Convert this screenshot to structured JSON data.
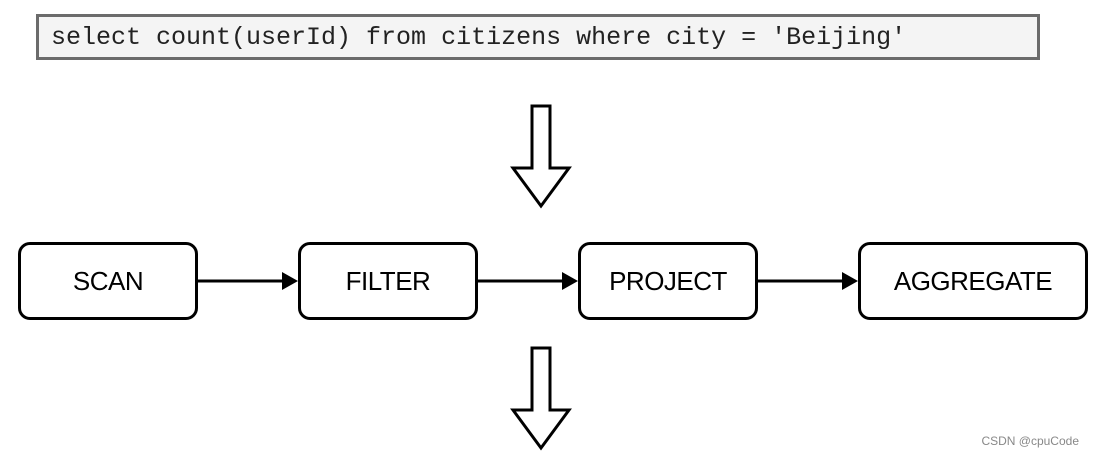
{
  "query": {
    "sql": "select count(userId) from citizens where city = 'Beijing'"
  },
  "pipeline": {
    "stages": [
      {
        "label": "SCAN"
      },
      {
        "label": "FILTER"
      },
      {
        "label": "PROJECT"
      },
      {
        "label": "AGGREGATE"
      }
    ]
  },
  "watermark": {
    "text": "CSDN @cpuCode"
  },
  "colors": {
    "stroke": "#000000",
    "query_border": "#6b6b6b",
    "query_background": "#f4f4f4"
  },
  "icons": {
    "input_arrow": "down-arrow-outline-icon",
    "output_arrow": "down-arrow-outline-icon",
    "connector": "right-arrow-icon"
  }
}
